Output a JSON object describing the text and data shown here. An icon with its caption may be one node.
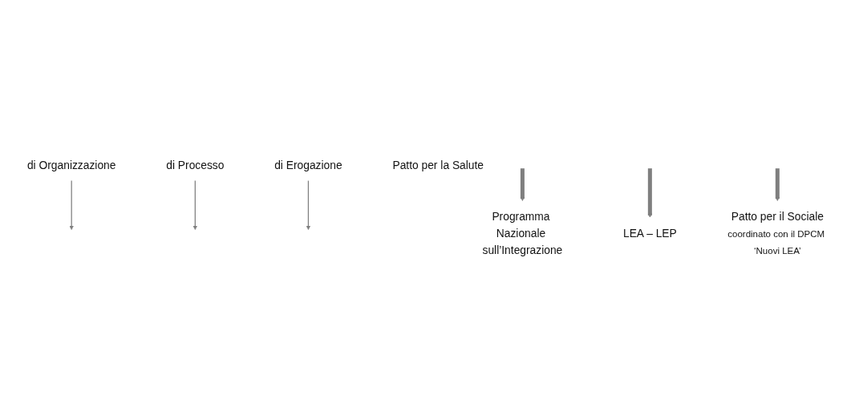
{
  "diagram": {
    "nodes": [
      {
        "text": [
          "Programma Nazionale sull’Integrazione"
        ]
      },
      {
        "text": [
          "LEA – LEP"
        ]
      },
      {
        "text": [
          "di Organizzazione"
        ]
      },
      {
        "text": [
          "di Processo"
        ]
      },
      {
        "text": [
          "di Erogazione"
        ]
      },
      {
        "text": [
          "Patto per il Sociale",
          "coordinato con il DPCM ‘Nuovi LEA’"
        ]
      },
      {
        "text": [
          "Patto per la Salute"
        ]
      }
    ],
    "edges": [
      {
        "from": null,
        "to": 0,
        "arrow": "to",
        "style": "thick"
      },
      {
        "from": null,
        "to": 1,
        "arrow": "to",
        "style": "thick"
      },
      {
        "from": null,
        "to": 5,
        "arrow": "to",
        "style": "thick"
      },
      {
        "from": 2,
        "to": null,
        "arrow": "to"
      },
      {
        "from": 3,
        "to": null,
        "arrow": "to"
      },
      {
        "from": 4,
        "to": null,
        "arrow": "to"
      }
    ]
  }
}
